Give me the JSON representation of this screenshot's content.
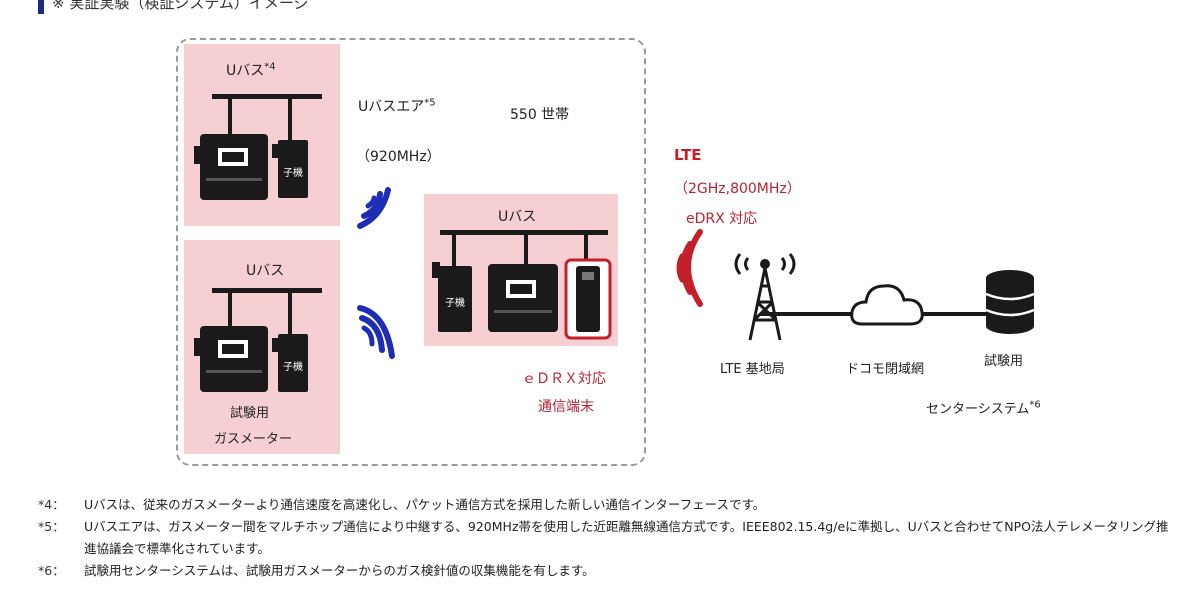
{
  "title": "※ 実証実験（検証システム）イメージ",
  "boxes": {
    "upass_top": {
      "label": "Uバス",
      "sup": "*4"
    },
    "upass_left": {
      "label": "Uバス",
      "caption_line1": "試験用",
      "caption_line2": "ガスメーター"
    },
    "upass_center": {
      "label": "Uバス",
      "terminal_line1": "ｅＤＲＸ対応",
      "terminal_line2": "通信端末"
    }
  },
  "upass_air": {
    "label": "Uバスエア",
    "sup": "*5",
    "freq": "（920MHz）"
  },
  "households": "550 世帯",
  "lte": {
    "label": "LTE",
    "freq": "（2GHz,800MHz）",
    "edrx": "eDRX 対応"
  },
  "network": {
    "base_station": "LTE 基地局",
    "docomo_net": "ドコモ閉域網",
    "center_line1": "試験用",
    "center_line2": "センターシステム",
    "center_sup": "*6"
  },
  "device_text": {
    "meter_unit": "子機"
  },
  "footnotes": [
    {
      "mark": "*4：",
      "text": "Uバスは、従来のガスメーターより通信速度を高速化し、パケット通信方式を採用した新しい通信インターフェースです。"
    },
    {
      "mark": "*5：",
      "text": "Uバスエアは、ガスメーター間をマルチホップ通信により中継する、920MHz帯を使用した近距離無線通信方式です。IEEE802.15.4g/eに準拠し、Uバスと合わせてNPO法人テレメータリング推進協議会で標準化されています。"
    },
    {
      "mark": "*6：",
      "text": "試験用センターシステムは、試験用ガスメーターからのガス検針値の収集機能を有します。"
    }
  ],
  "colors": {
    "pink": "#f6cfd2",
    "navy": "#1a2a8a",
    "wave_blue": "#1d2db5",
    "wave_red": "#c4202c",
    "dark": "#1a1a1a"
  },
  "icons": [
    "gas-meter-icon",
    "wireless-unit-icon",
    "wifi-wave-icon",
    "cell-tower-icon",
    "cloud-icon",
    "database-icon",
    "edrx-terminal-icon"
  ]
}
